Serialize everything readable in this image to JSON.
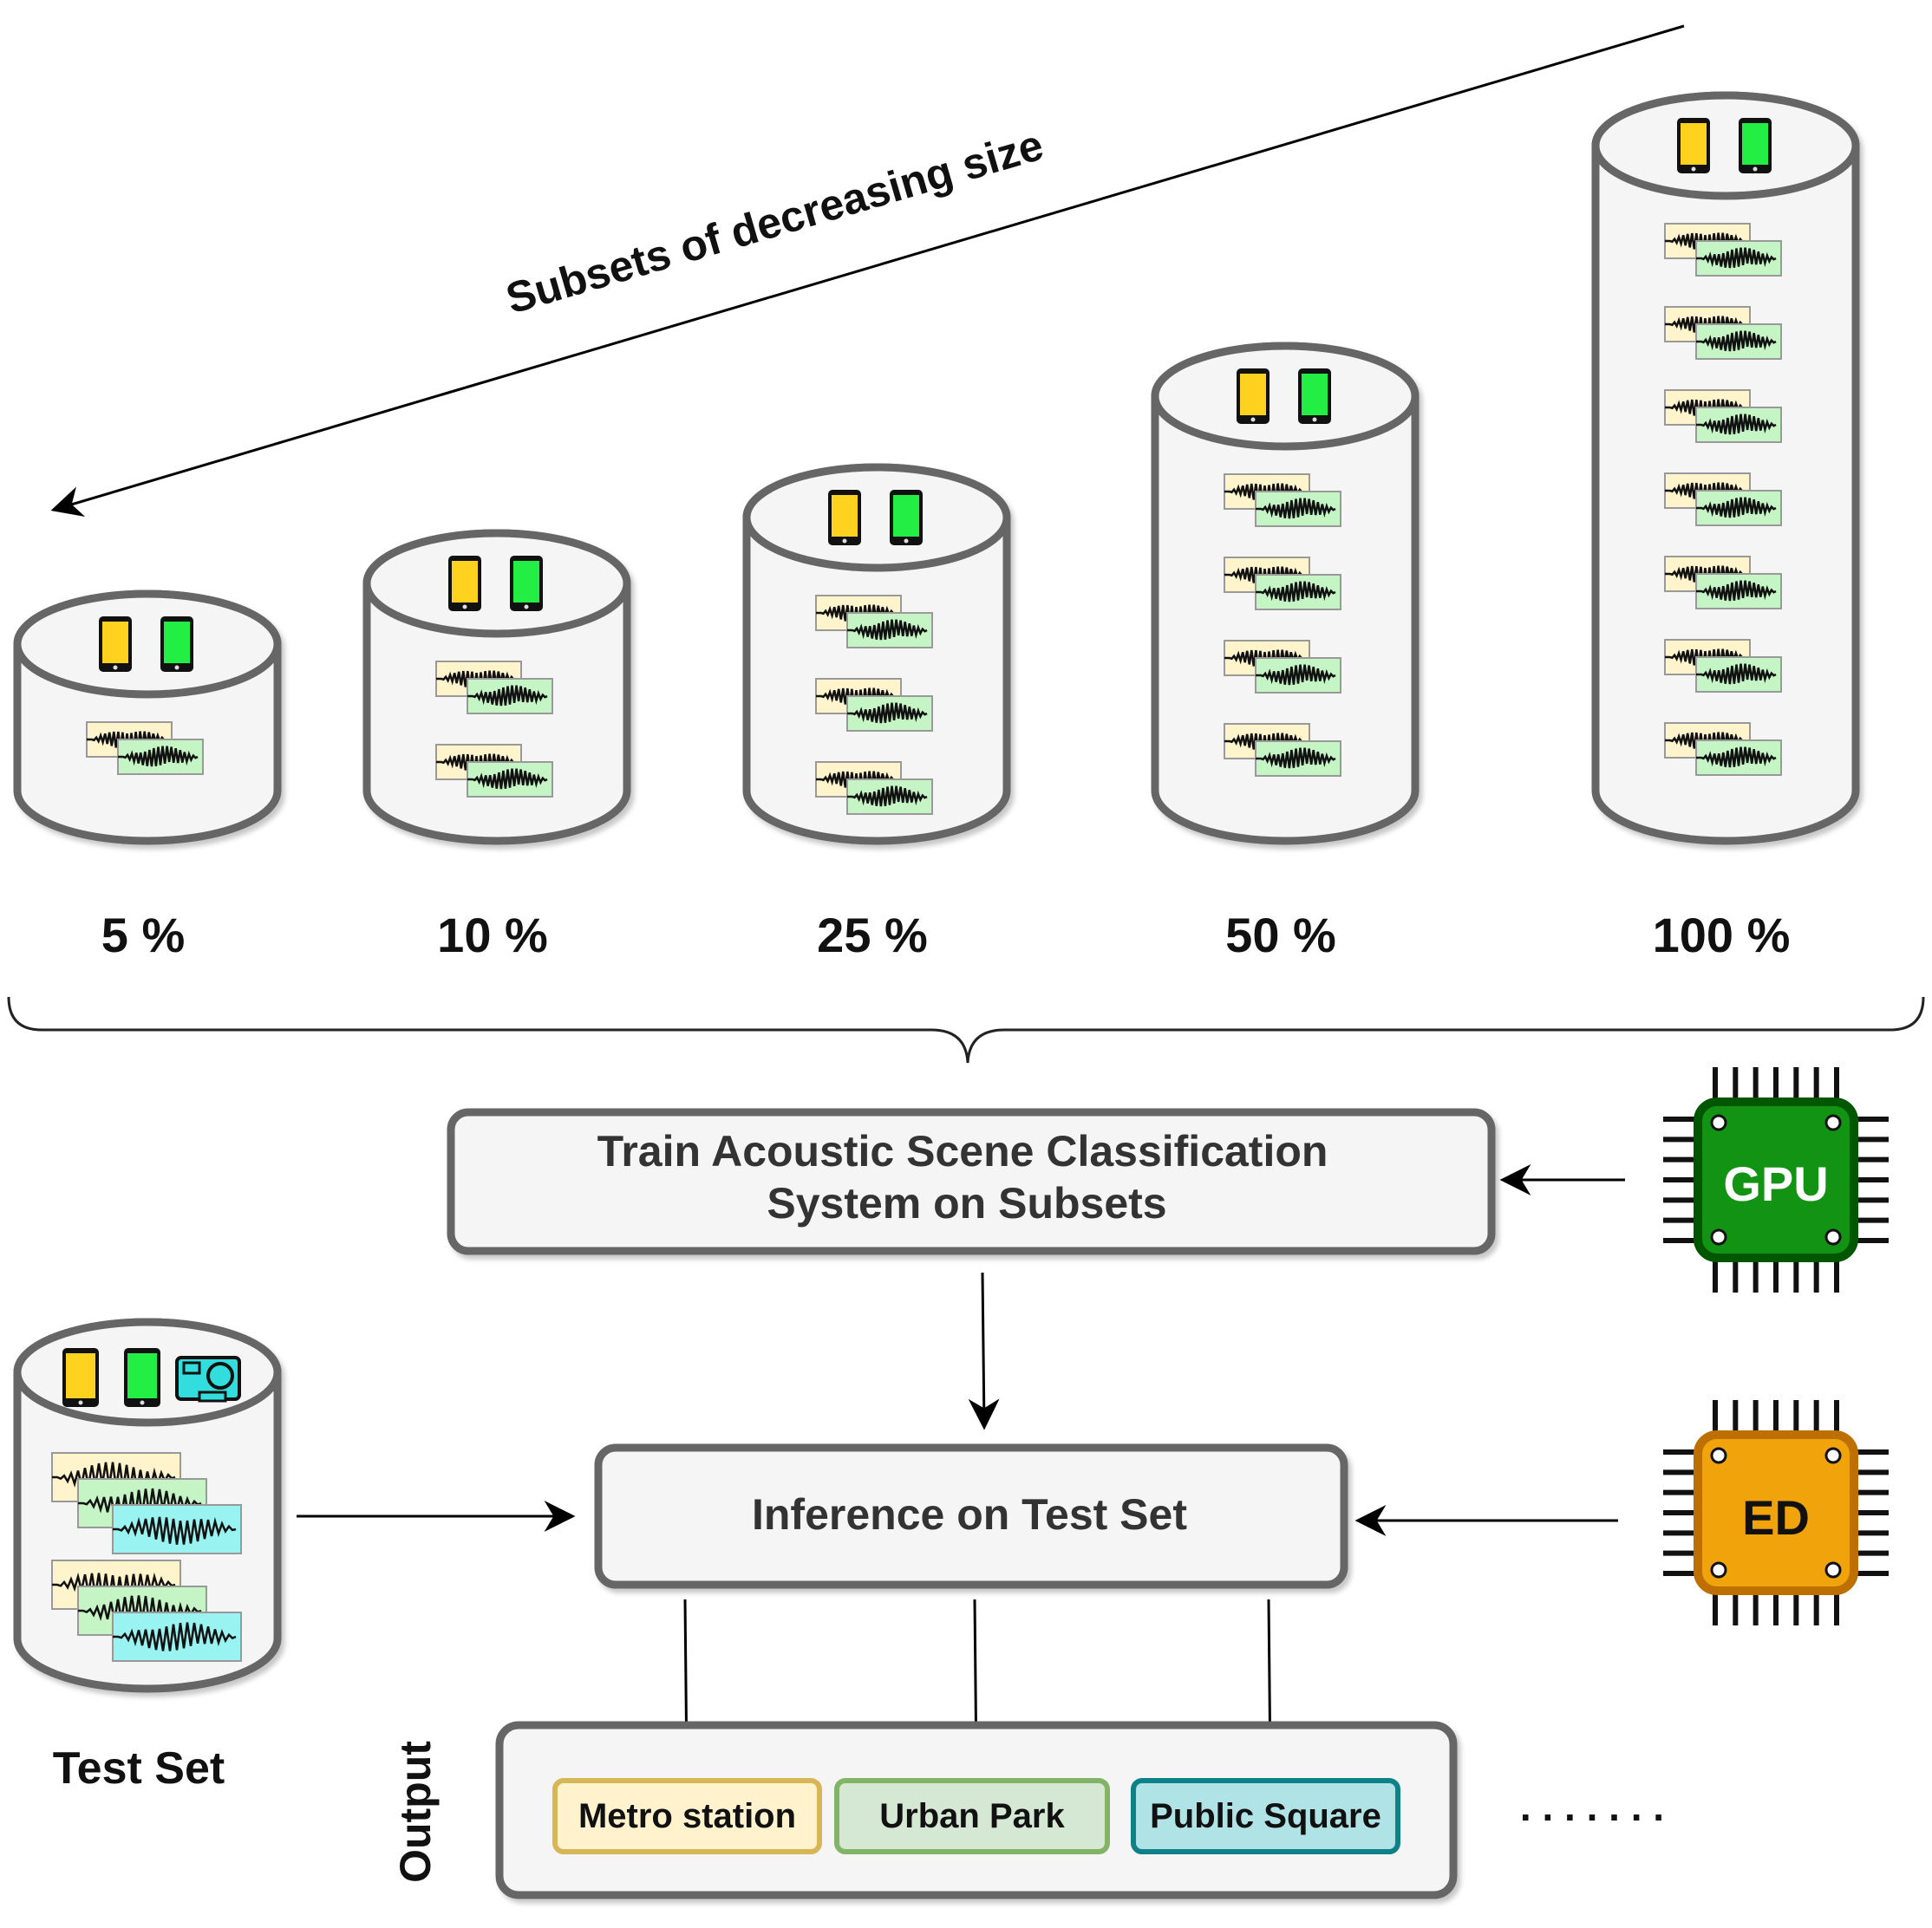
{
  "diagram": {
    "arrow_label": "Subsets of decreasing size",
    "subsets": [
      {
        "label": "5 %",
        "clips": 1
      },
      {
        "label": "10 %",
        "clips": 2
      },
      {
        "label": "25 %",
        "clips": 3
      },
      {
        "label": "50 %",
        "clips": 4
      },
      {
        "label": "100 %",
        "clips": 7
      }
    ],
    "train_box": {
      "line1": "Train Acoustic Scene Classification",
      "line2": "System on Subsets"
    },
    "inference_box": "Inference on Test Set",
    "gpu_label": "GPU",
    "ed_label": "ED",
    "test_set_label": "Test Set",
    "output_label": "Output",
    "output_classes": [
      {
        "label": "Metro station",
        "fill": "#fff2cc",
        "stroke": "#d6b656"
      },
      {
        "label": "Urban Park",
        "fill": "#d5e8d4",
        "stroke": "#82b366"
      },
      {
        "label": "Public Square",
        "fill": "#b0e3e6",
        "stroke": "#0e8088"
      }
    ],
    "ellipsis": ". . . . . . .",
    "colors": {
      "cylinder_fill": "#f5f5f5",
      "cylinder_stroke": "#666666",
      "phone_yellow": "#ffd21f",
      "phone_green": "#22ee44",
      "camera_cyan": "#33dddd",
      "clip_yellow": "#fff4cc",
      "clip_green": "#c5f5c5",
      "clip_cyan": "#99f3f0",
      "gpu_fill": "#139313",
      "gpu_stroke": "#005700",
      "ed_fill": "#f0a30a",
      "ed_stroke": "#bd7000"
    }
  }
}
